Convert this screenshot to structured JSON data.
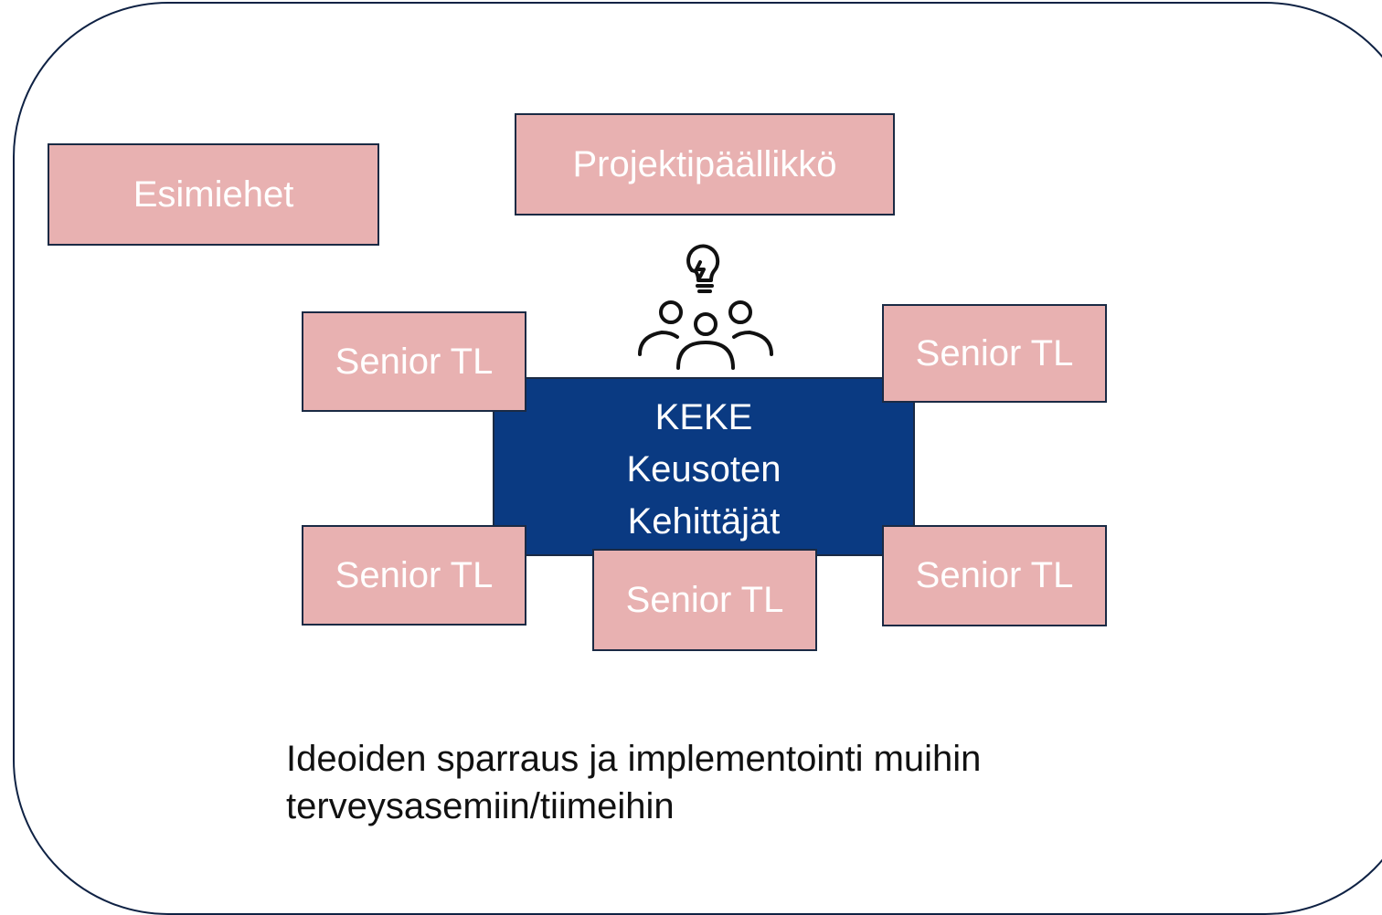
{
  "boxes": {
    "esimiehet": "Esimiehet",
    "projektipaallikko": "Projektipäällikkö",
    "senior_tl_top_left": "Senior TL",
    "senior_tl_top_right": "Senior TL",
    "senior_tl_bottom_left": "Senior TL",
    "senior_tl_bottom_center": "Senior TL",
    "senior_tl_bottom_right": "Senior TL"
  },
  "center": {
    "line1": "KEKE",
    "line2": "Keusoten",
    "line3": "Kehittäjät"
  },
  "caption": {
    "line1": "Ideoiden sparraus ja implementointi muihin",
    "line2": "terveysasemiin/tiimeihin"
  },
  "icons": {
    "center_icon": "team-idea-icon"
  },
  "colors": {
    "box_fill": "#e8b1b1",
    "center_fill": "#0a3a82",
    "border": "#1a2a44"
  }
}
